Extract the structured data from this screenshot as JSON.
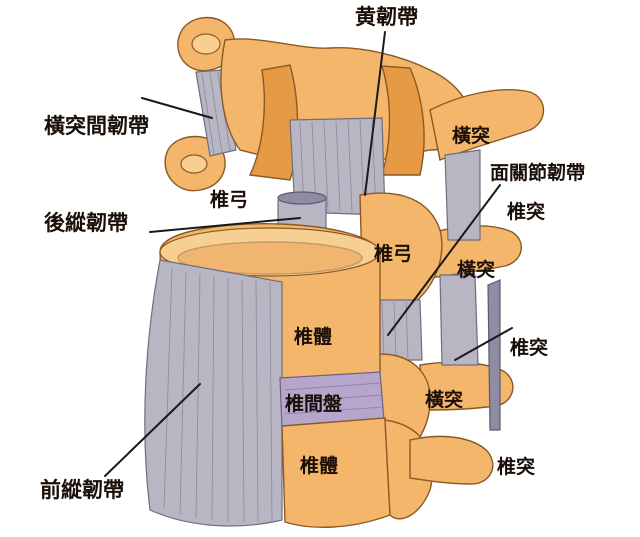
{
  "labels": {
    "ligamentum_flavum": "黄韌帶",
    "intertransverse_ligament": "橫突間韌帶",
    "transverse_process_1": "橫突",
    "facet_ligament": "面關節韌帶",
    "transverse_process_2": "椎突",
    "lamina_left": "椎弓",
    "posterior_longitudinal_ligament": "後縱韌帶",
    "lamina_right": "椎弓",
    "transverse_process_3": "橫突",
    "vertebral_body_upper": "椎體",
    "transverse_process_4": "椎突",
    "intervertebral_disc": "椎間盤",
    "transverse_process_5": "橫突",
    "vertebral_body_lower": "椎體",
    "anterior_longitudinal_ligament": "前縱韌帶",
    "transverse_process_6": "椎突"
  },
  "colors": {
    "bone": "#f3b66b",
    "bone_shadow": "#e79a44",
    "ligament": "#b9b6c4",
    "disc": "#b7a6cc",
    "label_text": "#1a0f08"
  }
}
